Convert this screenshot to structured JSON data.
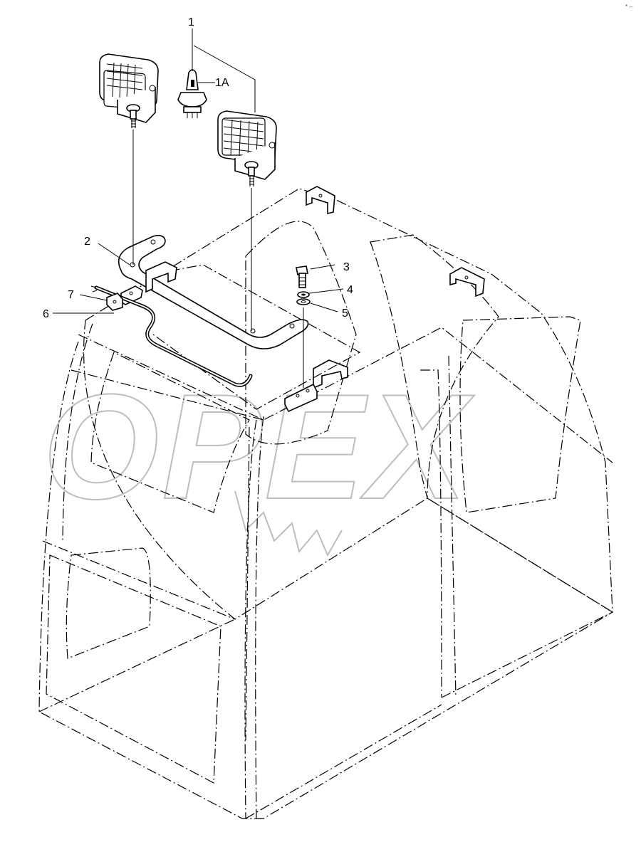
{
  "callouts": {
    "c1": "1",
    "c1a": "1A",
    "c2": "2",
    "c3": "3",
    "c4": "4",
    "c5": "5",
    "c6": "6",
    "c7": "7"
  },
  "watermark": "OPEX",
  "corner_mark": "* --"
}
